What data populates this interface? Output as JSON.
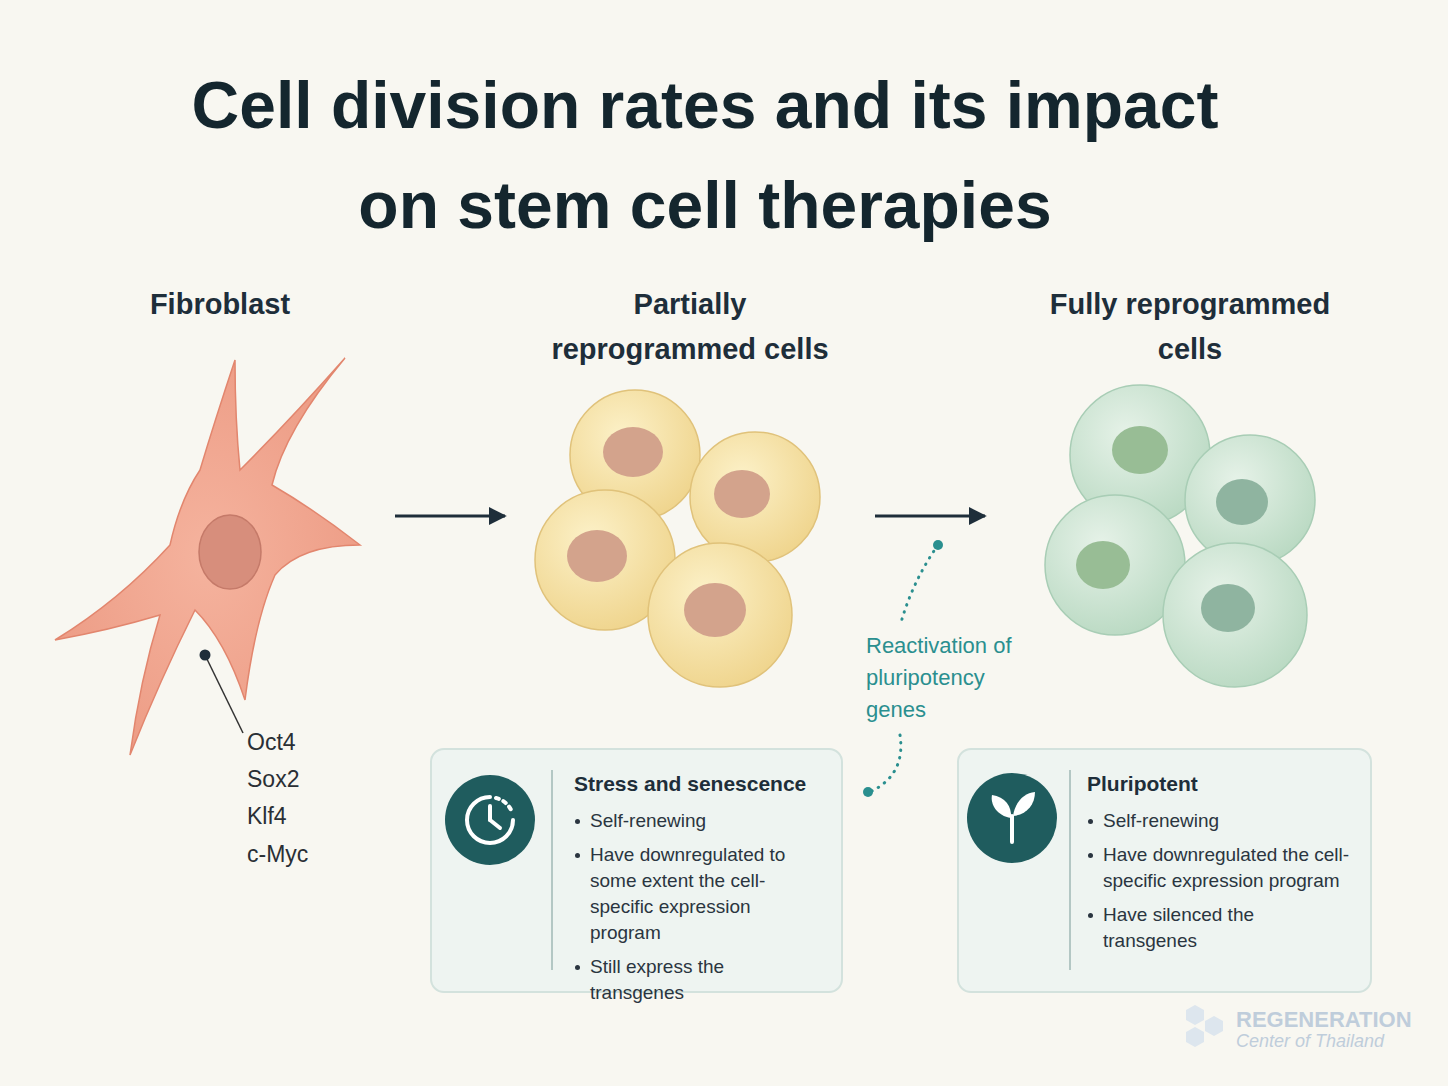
{
  "diagram": {
    "title": "Cell division rates and its impact on stem cell therapies",
    "nodes": [
      {
        "text": [
          "Fibroblast"
        ]
      },
      {
        "text": [
          "Partially reprogrammed cells"
        ]
      },
      {
        "text": [
          "Fully reprogrammed cells"
        ]
      },
      {
        "text": [
          "Stress and senescence",
          "Self-renewing",
          "Have downregulated to some extent the cell-specific expression program",
          "Still express the transgenes"
        ]
      },
      {
        "text": [
          "Pluripotent",
          "Self-renewing",
          "Have downregulated the cell-specific expression program",
          "Have silenced the transgenes"
        ]
      }
    ],
    "edges": [
      {
        "from": 0,
        "to": 1,
        "arrow": "to"
      },
      {
        "from": 1,
        "to": 2,
        "arrow": "to"
      }
    ],
    "labels": [
      "Oct4",
      "Sox2",
      "Klf4",
      "c-Myc",
      "Reactivation of pluripotency genes",
      "REGENERATION",
      "Center of Thailand"
    ]
  }
}
